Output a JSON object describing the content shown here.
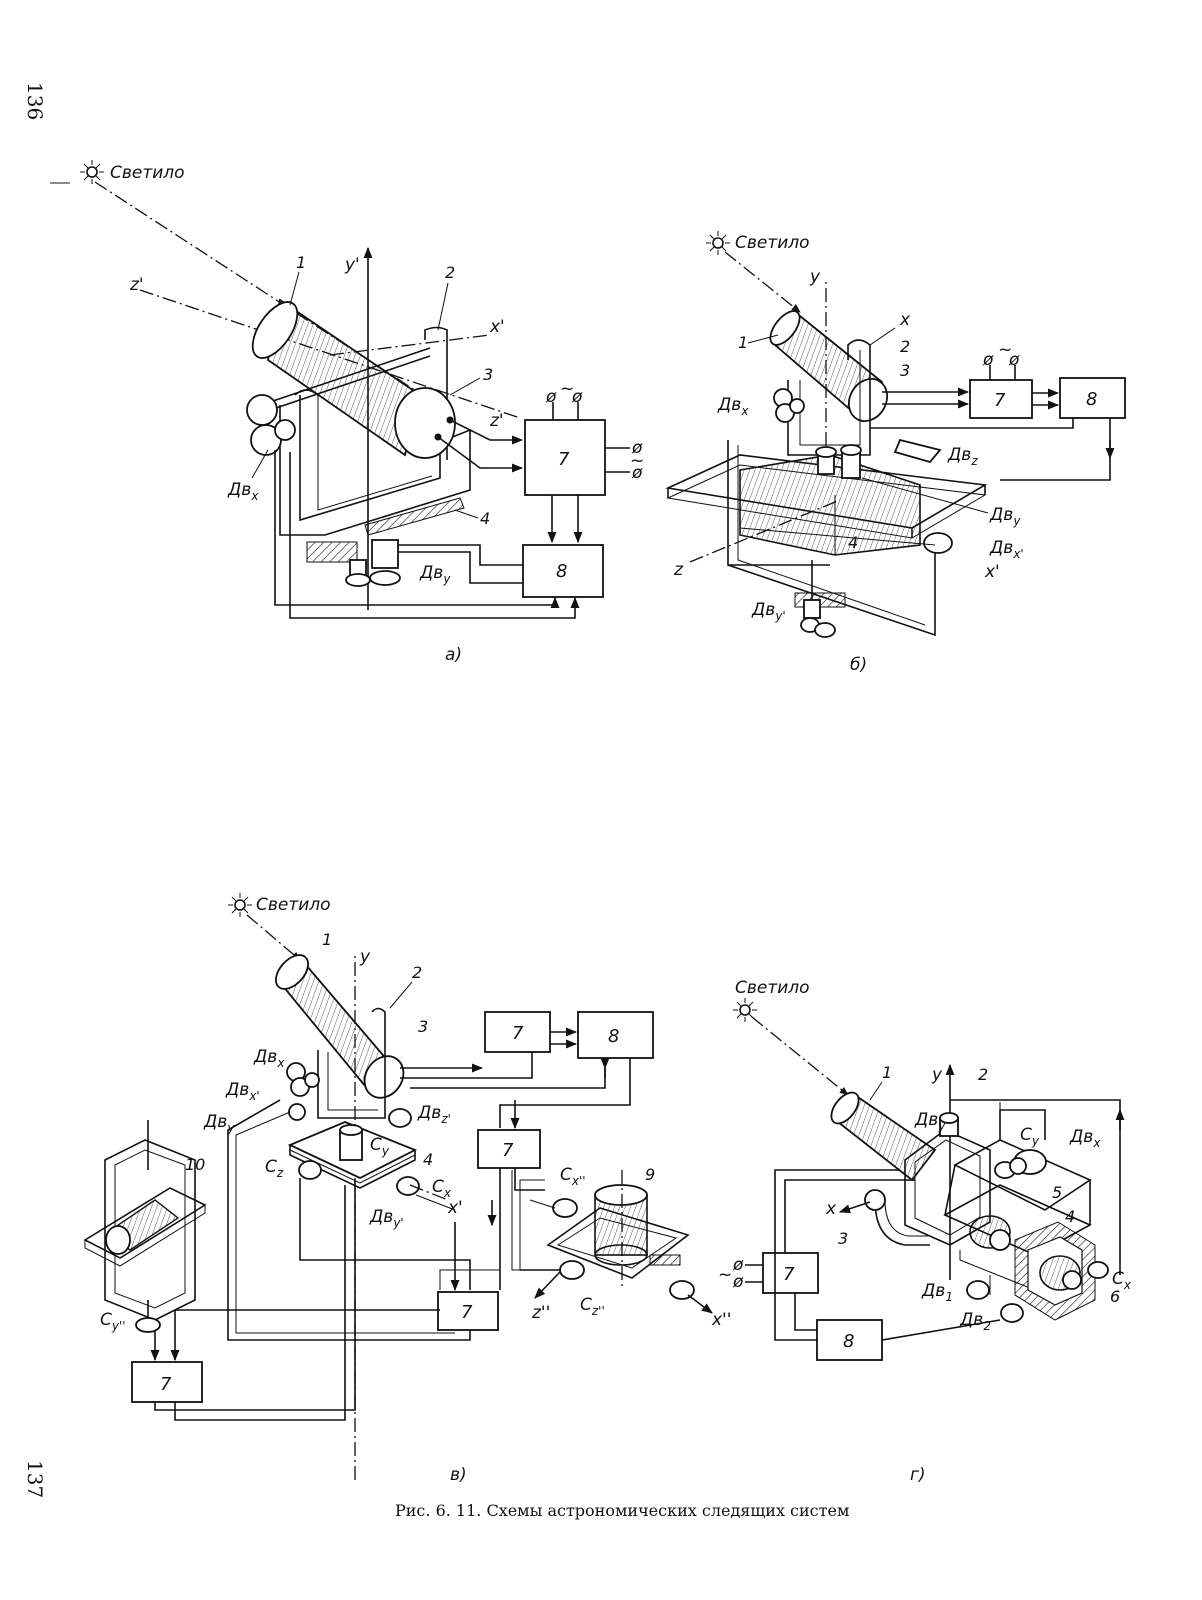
{
  "page_number_top": "136",
  "page_number_bottom": "137",
  "caption": "Рис. 6. 11. Схемы астрономических следящих систем",
  "star_label": "Светило",
  "panels": {
    "a": {
      "tag": "а)",
      "axes": {
        "y": "y'",
        "z": "z'",
        "x": "x'",
        "z2": "z'"
      },
      "parts": [
        "1",
        "2",
        "3",
        "4"
      ],
      "blocks": [
        "7",
        "8"
      ],
      "motors": [
        "Дв",
        "x",
        "Дв",
        "y"
      ],
      "supply": {
        "tilde": "~",
        "phi1": "ø",
        "phi2": "ø"
      }
    },
    "b": {
      "tag": "б)",
      "axes": {
        "y": "y",
        "x": "x",
        "z": "z",
        "x2": "x'"
      },
      "parts": [
        "1",
        "2",
        "3",
        "4"
      ],
      "blocks": [
        "7",
        "8"
      ],
      "motors": [
        "Дв",
        "x",
        "Дв",
        "z",
        "Дв",
        "y",
        "Дв",
        "x'",
        "Дв",
        "y'"
      ],
      "supply": {
        "tilde": "~",
        "phi1": "ø",
        "phi2": "ø"
      }
    },
    "v": {
      "tag": "в)",
      "axes": {
        "y": "y",
        "x2": "x'",
        "x3": "x''",
        "z3": "z''"
      },
      "parts": [
        "1",
        "2",
        "3",
        "4",
        "9",
        "10"
      ],
      "blocks": [
        "7",
        "8",
        "7",
        "7",
        "7"
      ],
      "motors": [
        "Дв",
        "x",
        "Дв",
        "x'",
        "Дв",
        "y",
        "Дв",
        "z'",
        "Дв",
        "y'"
      ],
      "sensors": [
        "C",
        "y",
        "C",
        "z",
        "C",
        "x",
        "C",
        "x''",
        "C",
        "z''",
        "C",
        "y''"
      ]
    },
    "g": {
      "tag": "г)",
      "axes": {
        "y": "y",
        "x": "x"
      },
      "parts": [
        "1",
        "2",
        "3",
        "4",
        "5",
        "6"
      ],
      "blocks": [
        "7",
        "8"
      ],
      "motors": [
        "Дв",
        "y",
        "Дв",
        "x",
        "Дв",
        "1",
        "Дв",
        "2"
      ],
      "sensors": [
        "C",
        "y",
        "C",
        "x"
      ],
      "supply": {
        "tilde": "~",
        "phi1": "ø",
        "phi2": "ø"
      }
    }
  }
}
